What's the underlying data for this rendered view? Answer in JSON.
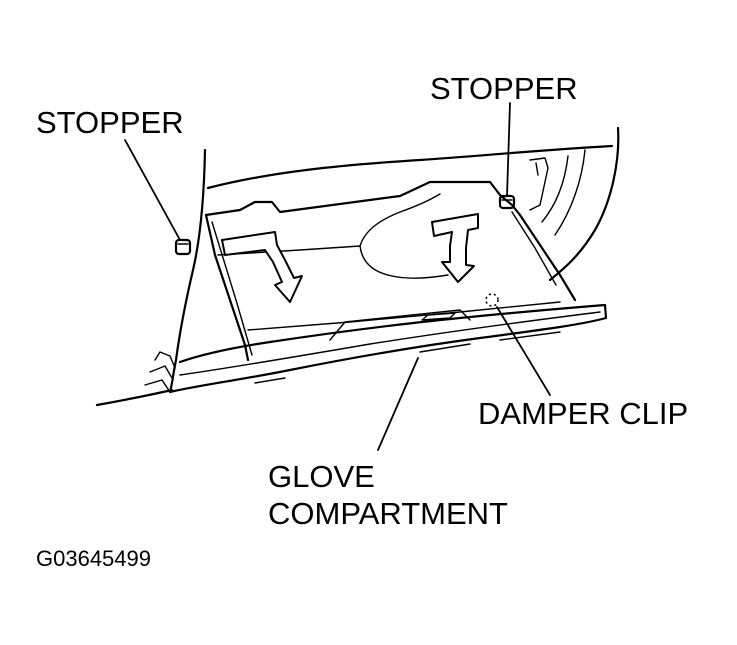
{
  "labels": {
    "stopper_left": "STOPPER",
    "stopper_right": "STOPPER",
    "damper_clip": "DAMPER CLIP",
    "glove_line1": "GLOVE",
    "glove_line2": "COMPARTMENT"
  },
  "figure_code": "G03645499"
}
